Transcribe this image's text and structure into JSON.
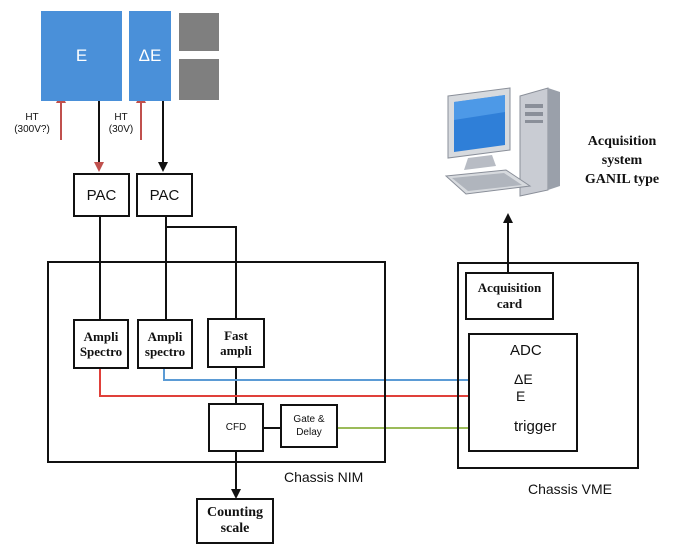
{
  "detectors": {
    "e_label": "E",
    "de_label": "ΔE"
  },
  "ht": {
    "e_label": "HT\n(300V?)",
    "de_label": "HT\n(30V)"
  },
  "pac": {
    "left_label": "PAC",
    "right_label": "PAC"
  },
  "nim": {
    "ampli_left": "Ampli\nSpectro",
    "ampli_right": "Ampli\nspectro",
    "fast_ampli": "Fast\nampli",
    "cfd": "CFD",
    "gate_delay": "Gate &\nDelay",
    "chassis_label": "Chassis NIM"
  },
  "counting": {
    "label": "Counting\nscale"
  },
  "vme": {
    "acq_card": "Acquisition\ncard",
    "adc_title": "ADC",
    "ch_de": "ΔE",
    "ch_e": "E",
    "ch_trigger": "trigger",
    "chassis_label": "Chassis VME"
  },
  "computer": {
    "caption": "Acquisition\nsystem\nGANIL type"
  },
  "colors": {
    "detector_blue": "#4a90d9",
    "signal_de": "#5b9bd5",
    "signal_e": "#e0403a",
    "signal_trigger": "#9bbb59",
    "ht_arrow": "#c0504d"
  }
}
